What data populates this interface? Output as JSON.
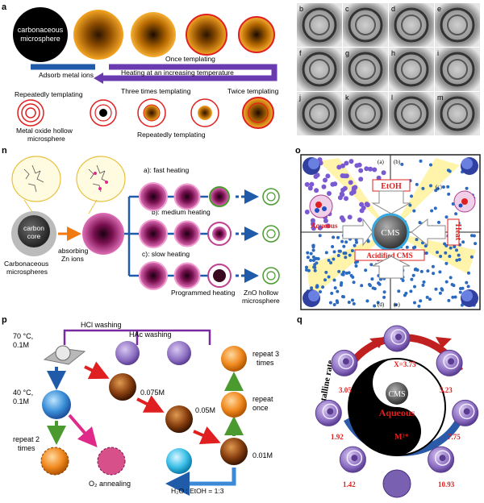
{
  "panel_letters": {
    "a": "a",
    "n": "n",
    "o": "o",
    "p": "p",
    "q": "q"
  },
  "panel_a": {
    "core_label_1": "carbonaceous",
    "core_label_2": "microsphere",
    "adsorb": "Adsorb metal ions",
    "heating": "Heating at an increasing temperature",
    "once": "Once templating",
    "twice": "Twice templating",
    "three": "Three times templating",
    "repeatedly_left": "Repeatedly templating",
    "repeatedly_bottom": "Repeatedly templating",
    "hollow_1": "Metal oxide hollow",
    "hollow_2": "microsphere",
    "tem_labels": [
      "b",
      "c",
      "d",
      "e",
      "f",
      "g",
      "h",
      "i",
      "j",
      "k",
      "l",
      "m"
    ]
  },
  "panel_n": {
    "core_1": "carbon",
    "core_2": "core",
    "absorbing_1": "absorbing",
    "absorbing_2": "Zn ions",
    "cms_1": "Carbonaceous",
    "cms_2": "microspheres",
    "fast": "a): fast heating",
    "medium": "b): medium heating",
    "slow": "c): slow heating",
    "programmed": "Programmed heating",
    "zno_1": "ZnO hollow",
    "zno_2": "microsphere"
  },
  "panel_o": {
    "a": "(a)",
    "b": "(b)",
    "c": "(c)",
    "d": "(d)",
    "e": "(e)",
    "etoh": "EtOH",
    "aqueous": "Aqueous",
    "heat": "Heat",
    "cms": "CMS",
    "acidified": "Acidified CMS"
  },
  "panel_p": {
    "hcl": "HCl washing",
    "hac": "HAc washing",
    "c70_1": "70 °C,",
    "c70_2": "0.1M",
    "c40_1": "40 °C,",
    "c40_2": "0.1M",
    "m0075": "0.075M",
    "m005": "0.05M",
    "m001": "0.01M",
    "repeat3_1": "repeat 3",
    "repeat3_2": "times",
    "repeat_once_1": "repeat",
    "repeat_once_2": "once",
    "repeat2_1": "repeat 2",
    "repeat2_2": "times",
    "annealing": "O₂ annealing",
    "solvent": "H₂O : EtOH = 1:3"
  },
  "panel_q": {
    "crystalline": "Crystalline rate",
    "x": "X=3.75",
    "cms": "CMS",
    "aqueous": "Aqueous",
    "ion": "M²⁺",
    "v305": "3.05",
    "v523": "5.23",
    "v192": "1.92",
    "v775": "7.75",
    "v142": "1.42",
    "v1093": "10.93"
  }
}
